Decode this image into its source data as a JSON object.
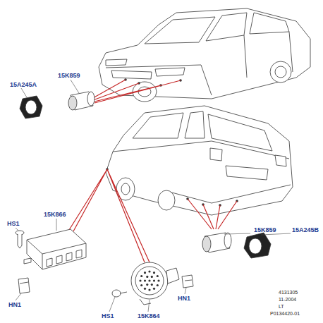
{
  "diagram": {
    "labels": [
      "15A245A",
      "15K859",
      "HS1",
      "15K866",
      "15K859",
      "15A245B",
      "HN1",
      "HS1",
      "15K864",
      "HN1",
      "4131305",
      "11-2004",
      "LT",
      "P0134420-01"
    ]
  }
}
